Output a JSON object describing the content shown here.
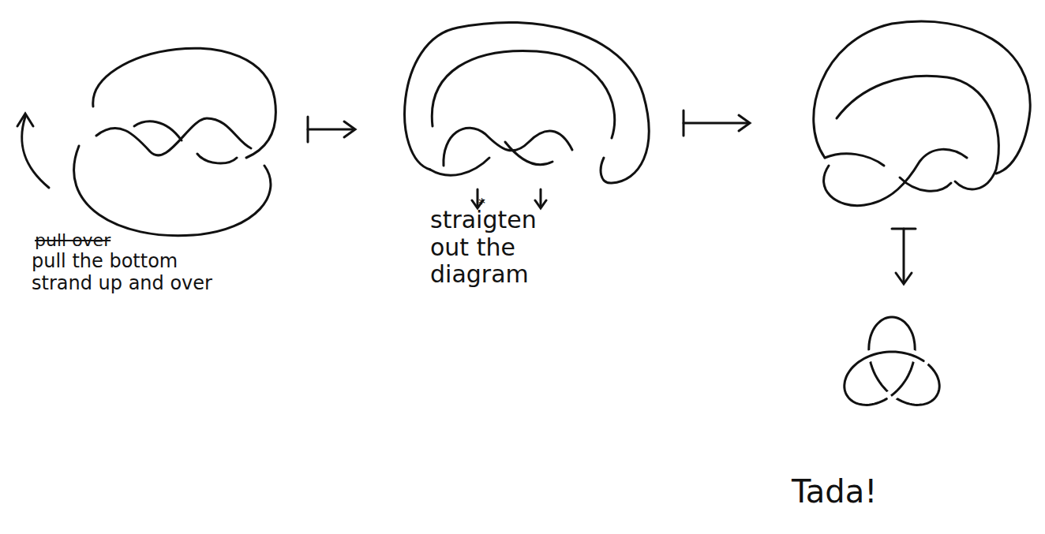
{
  "diagram": {
    "labels": [
      "pull over",
      "pull the bottom strand up and over",
      "straigten out the diagram",
      "*",
      "Tada!"
    ]
  }
}
